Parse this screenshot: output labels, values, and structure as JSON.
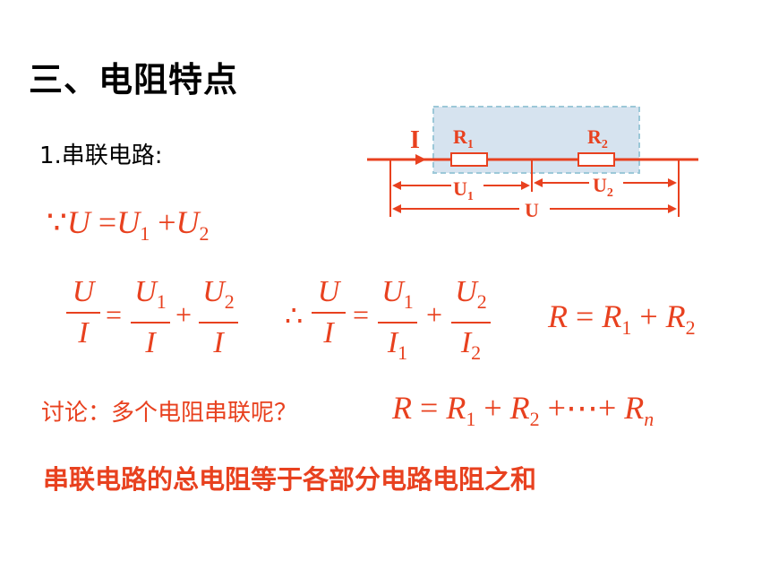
{
  "title": "三、电阻特点",
  "subtitle": "1.串联电路:",
  "circuit": {
    "current_label": "I",
    "r1_label": "R",
    "r1_sub": "1",
    "r2_label": "R",
    "r2_sub": "2",
    "u1_label": "U",
    "u1_sub": "1",
    "u2_label": "U",
    "u2_sub": "2",
    "u_label": "U"
  },
  "eq_because": {
    "symbol": "∵",
    "lhs": "U",
    "eq": "=",
    "t1": "U",
    "t1_sub": "1",
    "plus": "+",
    "t2": "U",
    "t2_sub": "2"
  },
  "eq_frac1": {
    "n0": "U",
    "d0": "I",
    "n1": "U",
    "n1_sub": "1",
    "d1": "I",
    "n2": "U",
    "n2_sub": "2",
    "d2": "I",
    "eq": "=",
    "plus": "+"
  },
  "eq_frac2": {
    "symbol": "∴",
    "n0": "U",
    "d0": "I",
    "n1": "U",
    "n1_sub": "1",
    "d1": "I",
    "d1_sub": "1",
    "n2": "U",
    "n2_sub": "2",
    "d2": "I",
    "d2_sub": "2",
    "eq": "=",
    "plus": "+"
  },
  "eq_result": {
    "lhs": "R",
    "eq": "=",
    "t1": "R",
    "t1_sub": "1",
    "plus": "+",
    "t2": "R",
    "t2_sub": "2"
  },
  "discussion": "讨论：多个电阻串联呢？",
  "eq_general": {
    "lhs": "R",
    "eq": "=",
    "t1": "R",
    "t1_sub": "1",
    "plus1": "+",
    "t2": "R",
    "t2_sub": "2",
    "plus2": "+",
    "dots": "⋯",
    "plus3": "+",
    "tn": "R",
    "tn_sub": "n"
  },
  "conclusion": "串联电路的总电阻等于各部分电路电阻之和",
  "colors": {
    "accent": "#e8411f",
    "shade": "#d6e3ef",
    "shade_border": "#9cc8d8"
  }
}
